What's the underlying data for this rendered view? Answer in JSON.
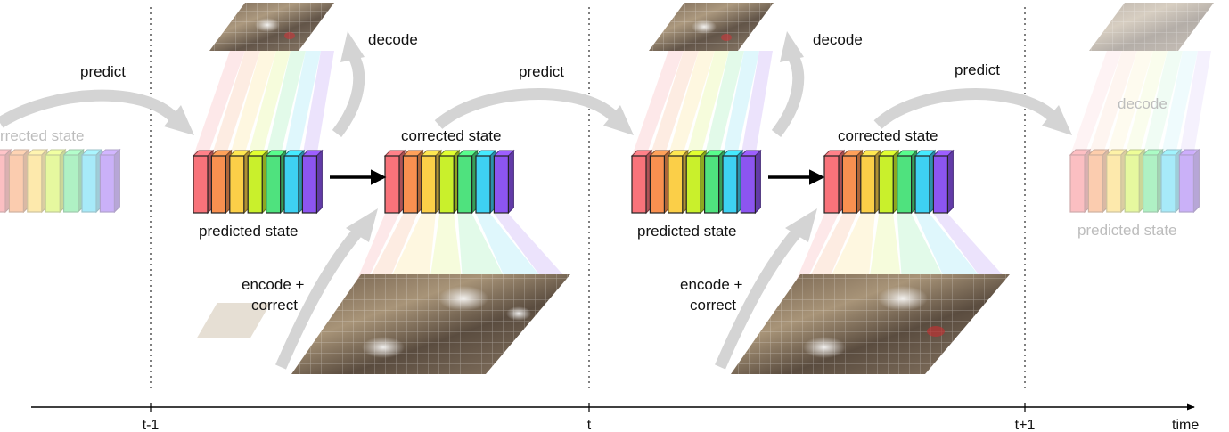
{
  "labels": {
    "predict": "predict",
    "decode": "decode",
    "corrected_state": "corrected state",
    "corrected_state_cut": "rrected state",
    "predicted_state": "predicted state",
    "encode": "encode +",
    "correct": "correct"
  },
  "axis": {
    "ticks": [
      "t-1",
      "t",
      "t+1"
    ],
    "label": "time"
  },
  "colors": {
    "state": [
      "#f8737a",
      "#f89050",
      "#fbcf48",
      "#c9f02c",
      "#4fe27e",
      "#3ed1f2",
      "#8c55f0"
    ],
    "arrow": "#d4d4d4",
    "link": "#000000"
  }
}
